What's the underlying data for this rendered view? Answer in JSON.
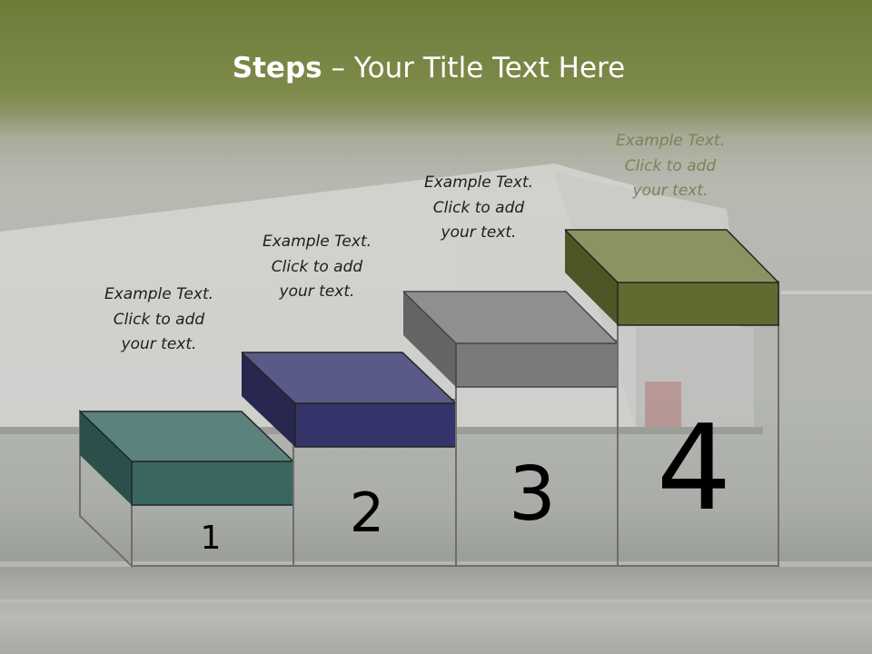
{
  "slide": {
    "title_bold": "Steps",
    "title_rest": " – Your Title Text Here"
  },
  "steps": [
    {
      "number": "1",
      "caption": [
        "Example Text.",
        "Click  to add",
        "your text."
      ],
      "color": "#3a6661"
    },
    {
      "number": "2",
      "caption": [
        "Example Text.",
        "Click  to add",
        "your text."
      ],
      "color": "#34346b"
    },
    {
      "number": "3",
      "caption": [
        "Example Text.",
        "Click  to add",
        "your text."
      ],
      "color": "#7a7a7a"
    },
    {
      "number": "4",
      "caption": [
        "Example Text.",
        "Click  to add",
        "your text."
      ],
      "color": "#5f6b31"
    }
  ]
}
